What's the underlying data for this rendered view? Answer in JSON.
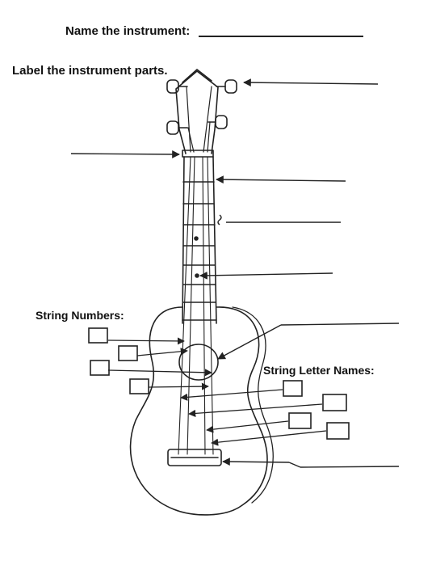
{
  "worksheet": {
    "name_prompt": "Name the instrument:",
    "label_prompt": "Label the instrument parts.",
    "string_numbers_label": "String Numbers:",
    "string_letters_label": "String Letter Names:"
  },
  "colors": {
    "ink": "#222222",
    "paper": "#ffffff"
  }
}
